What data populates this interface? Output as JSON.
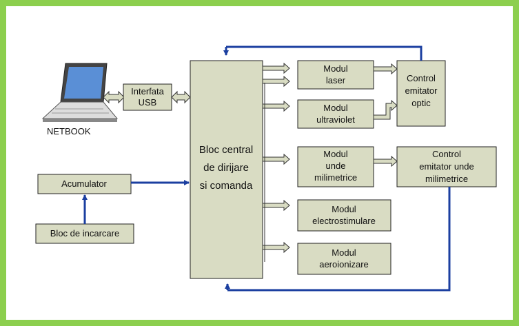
{
  "colors": {
    "frame": "#8ccf4e",
    "block": "#d9dcc3",
    "wire": "#1b3fa0"
  },
  "blocks": {
    "central": [
      "Bloc central",
      "de dirijare",
      "si comanda"
    ],
    "interface": [
      "Interfata",
      "USB"
    ],
    "netbook": "NETBOOK",
    "battery": "Acumulator",
    "charger": "Bloc de incarcare",
    "laser": [
      "Modul",
      "laser"
    ],
    "uv": [
      "Modul",
      "ultraviolet"
    ],
    "mmw": [
      "Modul",
      "unde",
      "milimetrice"
    ],
    "electro": [
      "Modul",
      "electrostimulare"
    ],
    "aero": [
      "Modul",
      "aeroionizare"
    ],
    "optic_ctrl": [
      "Control",
      "emitator",
      "optic"
    ],
    "mmw_ctrl": [
      "Control",
      "emitator unde",
      "milimetrice"
    ]
  },
  "icons": {
    "laptop": "laptop-icon"
  }
}
